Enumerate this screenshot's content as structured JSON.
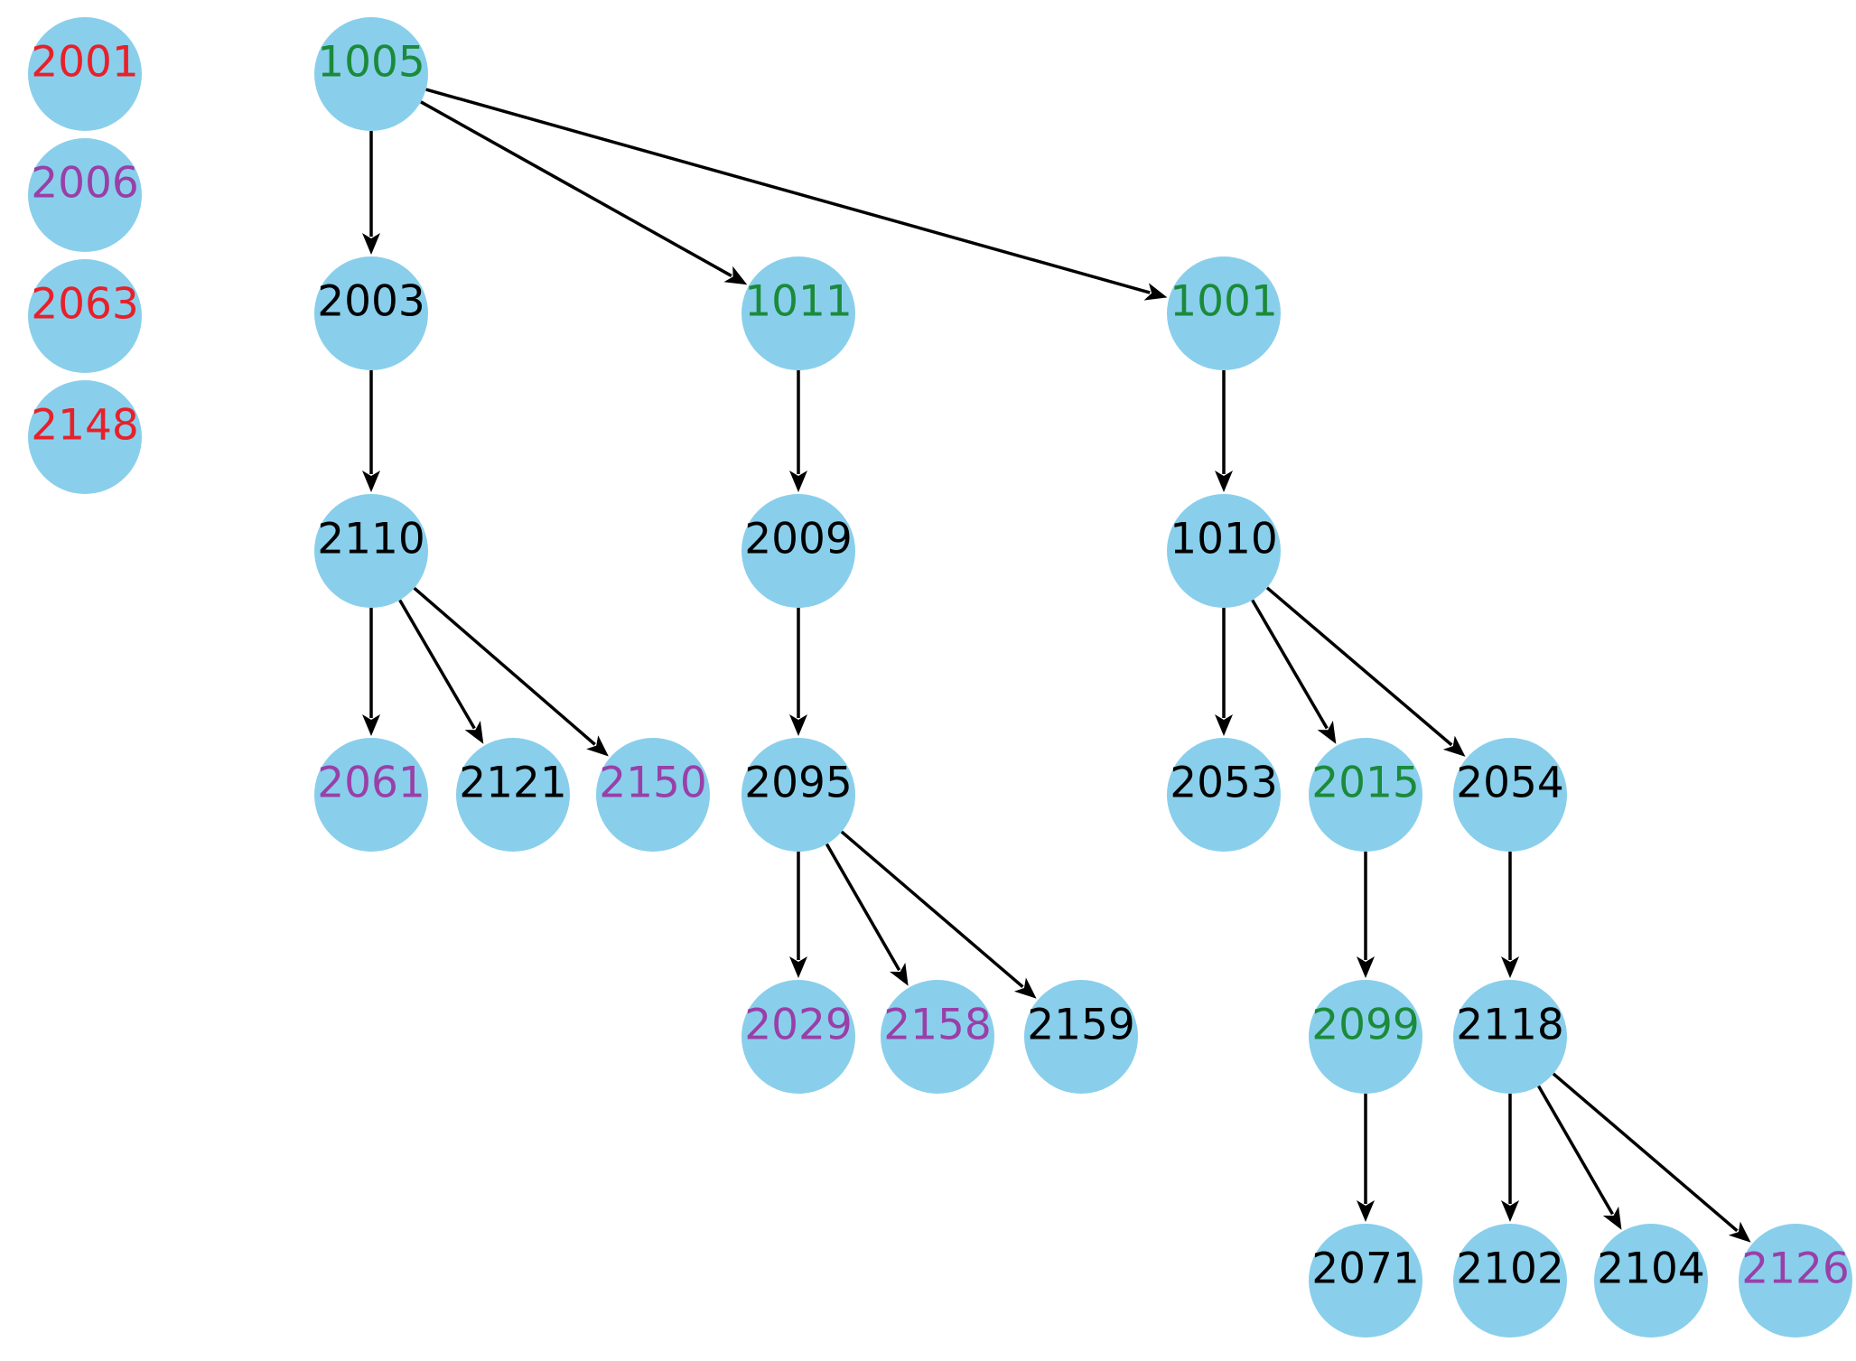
{
  "colors": {
    "node_fill": "#89CFEC",
    "edge": "#000000",
    "label_default": "#000000",
    "label_green": "#1B8A3A",
    "label_purple": "#9A3FA8",
    "label_red": "#E8202A"
  },
  "nodes": [
    {
      "id": "2001",
      "label": "2001",
      "color": "red"
    },
    {
      "id": "2006",
      "label": "2006",
      "color": "purple"
    },
    {
      "id": "2063",
      "label": "2063",
      "color": "red"
    },
    {
      "id": "2148",
      "label": "2148",
      "color": "red"
    },
    {
      "id": "1005",
      "label": "1005",
      "color": "green"
    },
    {
      "id": "2003",
      "label": "2003",
      "color": "black"
    },
    {
      "id": "1011",
      "label": "1011",
      "color": "green"
    },
    {
      "id": "1001",
      "label": "1001",
      "color": "green"
    },
    {
      "id": "2110",
      "label": "2110",
      "color": "black"
    },
    {
      "id": "2009",
      "label": "2009",
      "color": "black"
    },
    {
      "id": "1010",
      "label": "1010",
      "color": "black"
    },
    {
      "id": "2061",
      "label": "2061",
      "color": "purple"
    },
    {
      "id": "2121",
      "label": "2121",
      "color": "black"
    },
    {
      "id": "2150",
      "label": "2150",
      "color": "purple"
    },
    {
      "id": "2095",
      "label": "2095",
      "color": "black"
    },
    {
      "id": "2053",
      "label": "2053",
      "color": "black"
    },
    {
      "id": "2015",
      "label": "2015",
      "color": "green"
    },
    {
      "id": "2054",
      "label": "2054",
      "color": "black"
    },
    {
      "id": "2029",
      "label": "2029",
      "color": "purple"
    },
    {
      "id": "2158",
      "label": "2158",
      "color": "purple"
    },
    {
      "id": "2159",
      "label": "2159",
      "color": "black"
    },
    {
      "id": "2099",
      "label": "2099",
      "color": "green"
    },
    {
      "id": "2118",
      "label": "2118",
      "color": "black"
    },
    {
      "id": "2071",
      "label": "2071",
      "color": "black"
    },
    {
      "id": "2102",
      "label": "2102",
      "color": "black"
    },
    {
      "id": "2104",
      "label": "2104",
      "color": "black"
    },
    {
      "id": "2126",
      "label": "2126",
      "color": "purple"
    }
  ],
  "edges": [
    {
      "from": "1005",
      "to": "2003"
    },
    {
      "from": "1005",
      "to": "1011"
    },
    {
      "from": "1005",
      "to": "1001"
    },
    {
      "from": "2003",
      "to": "2110"
    },
    {
      "from": "1011",
      "to": "2009"
    },
    {
      "from": "1001",
      "to": "1010"
    },
    {
      "from": "2110",
      "to": "2061"
    },
    {
      "from": "2110",
      "to": "2121"
    },
    {
      "from": "2110",
      "to": "2150"
    },
    {
      "from": "2009",
      "to": "2095"
    },
    {
      "from": "1010",
      "to": "2053"
    },
    {
      "from": "1010",
      "to": "2015"
    },
    {
      "from": "1010",
      "to": "2054"
    },
    {
      "from": "2095",
      "to": "2029"
    },
    {
      "from": "2095",
      "to": "2158"
    },
    {
      "from": "2095",
      "to": "2159"
    },
    {
      "from": "2015",
      "to": "2099"
    },
    {
      "from": "2054",
      "to": "2118"
    },
    {
      "from": "2099",
      "to": "2071"
    },
    {
      "from": "2118",
      "to": "2102"
    },
    {
      "from": "2118",
      "to": "2104"
    },
    {
      "from": "2118",
      "to": "2126"
    }
  ]
}
